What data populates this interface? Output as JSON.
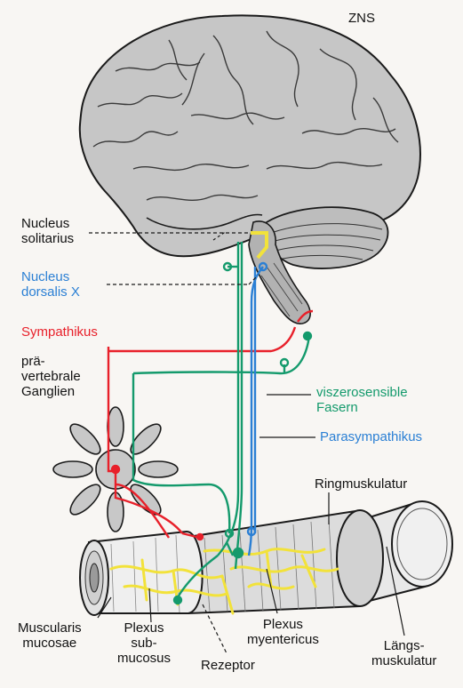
{
  "labels": {
    "zns": "ZNS",
    "nucleus_solitarius": [
      "Nucleus",
      "solitarius"
    ],
    "nucleus_dorsalis": [
      "Nucleus",
      "dorsalis X"
    ],
    "sympathikus": "Sympathikus",
    "praevertebrale_ganglien": [
      "prä-",
      "vertebrale",
      "Ganglien"
    ],
    "viszerosensible_fasern": [
      "viszerosensible",
      "Fasern"
    ],
    "parasympathikus": "Parasympathikus",
    "ringmuskulatur": "Ringmuskulatur",
    "muscularis_mucosae": [
      "Muscularis",
      "mucosae"
    ],
    "plexus_submucosus": [
      "Plexus",
      "sub-",
      "mucosus"
    ],
    "plexus_myentericus": [
      "Plexus",
      "myentericus"
    ],
    "laengsmuskulatur": [
      "Längs-",
      "muskulatur"
    ],
    "rezeptor": "Rezeptor"
  },
  "colors": {
    "sympathikus": "#e8202a",
    "sensory": "#149a6c",
    "parasympathikus": "#2a7fd4",
    "plexus": "#f2e23a",
    "outline": "#1a1a1a",
    "brain_fill": "#c4c4c4",
    "background": "#f8f6f3"
  }
}
